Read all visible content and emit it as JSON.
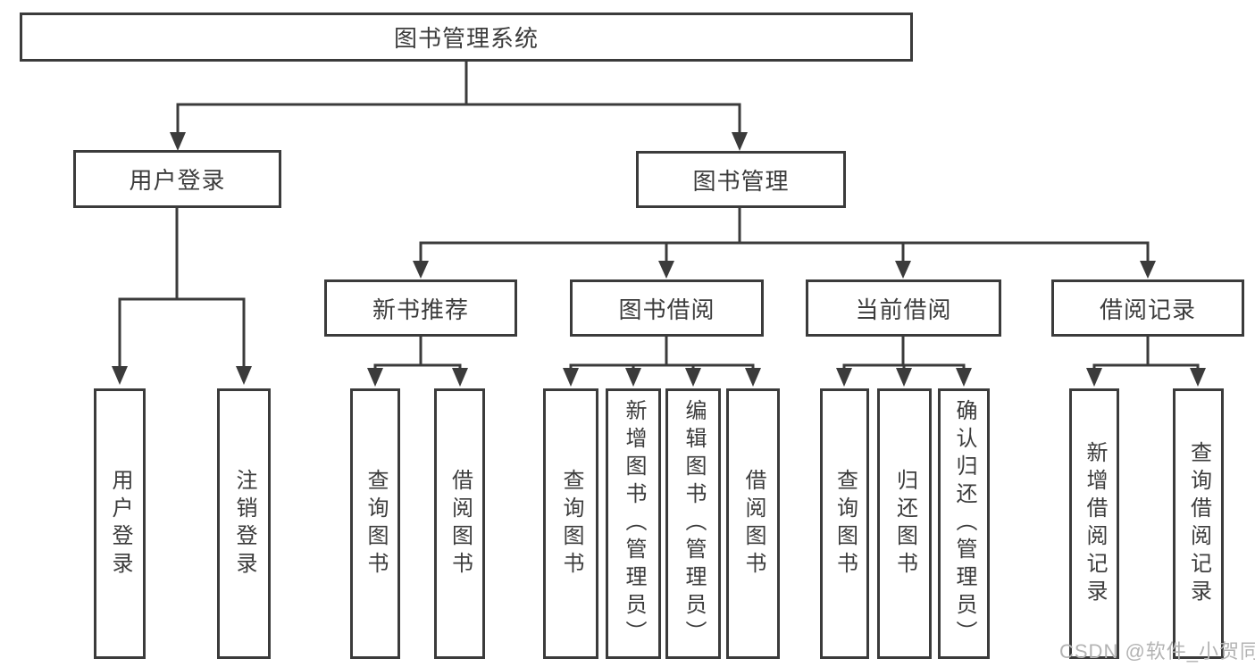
{
  "tree": {
    "root": {
      "label": "图书管理系统"
    },
    "branches": [
      {
        "label": "用户登录",
        "children": [
          {
            "label": "用户登录"
          },
          {
            "label": "注销登录"
          }
        ]
      },
      {
        "label": "图书管理",
        "children": [
          {
            "label": "新书推荐",
            "children": [
              {
                "label": "查询图书"
              },
              {
                "label": "借阅图书"
              }
            ]
          },
          {
            "label": "图书借阅",
            "children": [
              {
                "label": "查询图书"
              },
              {
                "label": "新增图书（管理员）"
              },
              {
                "label": "编辑图书（管理员）"
              },
              {
                "label": "借阅图书"
              }
            ]
          },
          {
            "label": "当前借阅",
            "children": [
              {
                "label": "查询图书"
              },
              {
                "label": "归还图书"
              },
              {
                "label": "确认归还（管理员）"
              }
            ]
          },
          {
            "label": "借阅记录",
            "children": [
              {
                "label": "新增借阅记录"
              },
              {
                "label": "查询借阅记录"
              }
            ]
          }
        ]
      }
    ]
  },
  "watermark": {
    "text": "CSDN @软件_小贺同学"
  },
  "colors": {
    "line": "#3b3b3b",
    "text": "#3c3c3c",
    "background": "#ffffff",
    "watermark": "#b3b3b3"
  }
}
